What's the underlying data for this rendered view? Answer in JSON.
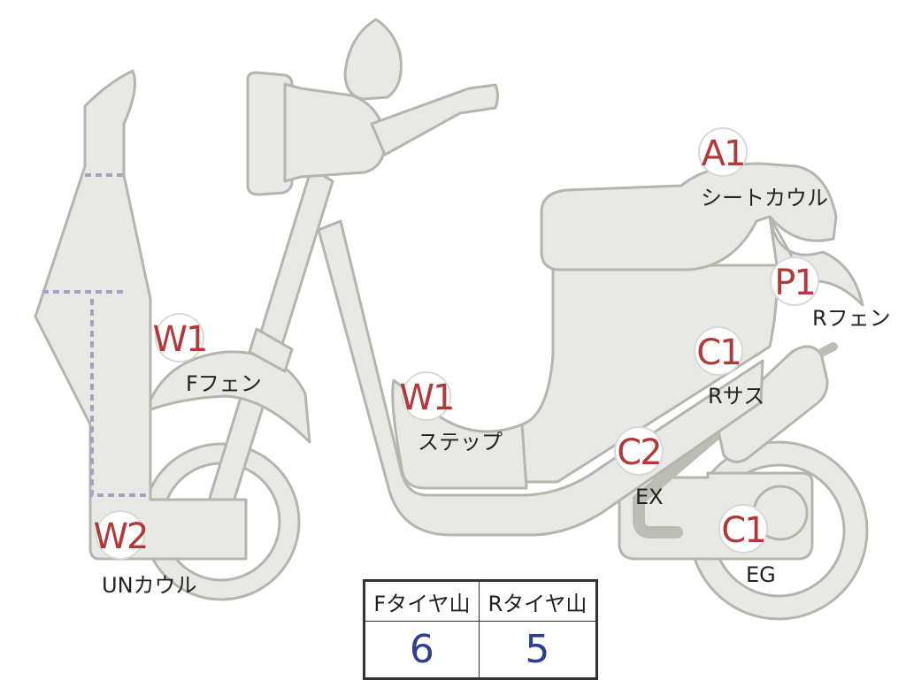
{
  "markers": [
    {
      "id": "a1-seat-cowl",
      "code": "A1",
      "label": "シートカウル"
    },
    {
      "id": "p1-rear-fender",
      "code": "P1",
      "label": "Rフェン"
    },
    {
      "id": "c1-rear-suspension",
      "code": "C1",
      "label": "Rサス"
    },
    {
      "id": "c2-exhaust",
      "code": "C2",
      "label": "EX"
    },
    {
      "id": "c1-engine",
      "code": "C1",
      "label": "EG"
    },
    {
      "id": "w1-front-fender",
      "code": "W1",
      "label": "Fフェン"
    },
    {
      "id": "w1-step",
      "code": "W1",
      "label": "ステップ"
    },
    {
      "id": "w2-under-cowl",
      "code": "W2",
      "label": "UNカウル"
    }
  ],
  "tire_table": {
    "headers": [
      "Fタイヤ山",
      "Rタイヤ山"
    ],
    "values": [
      "6",
      "5"
    ]
  },
  "colors": {
    "body_fill": "#e8e8e4",
    "body_outline": "#b5b5ae",
    "marker_code": "#b03a3a",
    "tire_value": "#2a3f8f",
    "seam_dashes": "#a4a4c0"
  }
}
